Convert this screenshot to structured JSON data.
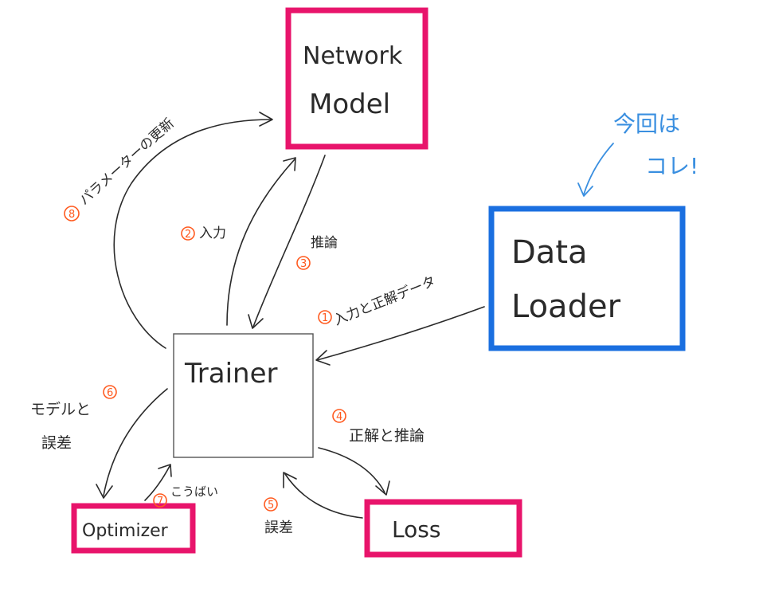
{
  "colors": {
    "pink_box": "#e8146b",
    "blue_box": "#1a6fe0",
    "annotation_blue": "#3a8fe0",
    "step_number": "#ff5a1f",
    "ink": "#2a2a2a"
  },
  "nodes": {
    "network_model": {
      "line1": "Network",
      "line2": "Model"
    },
    "data_loader": {
      "line1": "Data",
      "line2": "Loader"
    },
    "trainer": {
      "label": "Trainer"
    },
    "optimizer": {
      "label": "Optimizer"
    },
    "loss": {
      "label": "Loss"
    }
  },
  "annotation": {
    "line1": "今回は",
    "line2": "コレ!"
  },
  "edges": [
    {
      "step": "1",
      "label": "入力と正解データ"
    },
    {
      "step": "2",
      "label": "入力"
    },
    {
      "step": "3",
      "label": "推論"
    },
    {
      "step": "4",
      "label": "正解と推論"
    },
    {
      "step": "5",
      "label": "誤差"
    },
    {
      "step": "6",
      "label_line1": "モデルと",
      "label_line2": "誤差"
    },
    {
      "step": "7",
      "label": "こうばい"
    },
    {
      "step": "8",
      "label": "パラメーターの更新"
    }
  ]
}
